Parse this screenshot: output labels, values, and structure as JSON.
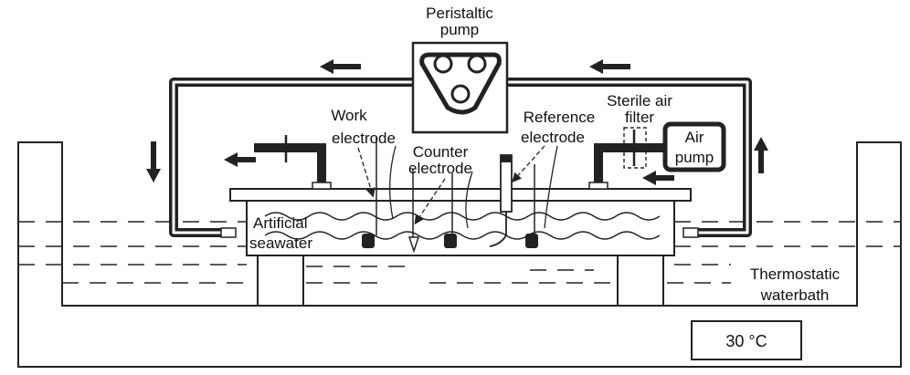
{
  "labels": {
    "pump_line1": "Peristaltic",
    "pump_line2": "pump",
    "work_line1": "Work",
    "work_line2": "electrode",
    "counter_line1": "Counter",
    "counter_line2": "electrode",
    "reference_line1": "Reference",
    "reference_line2": "electrode",
    "filter_line1": "Sterile air",
    "filter_line2": "filter",
    "airpump_line1": "Air",
    "airpump_line2": "pump",
    "seawater_line1": "Artificial",
    "seawater_line2": "seawater",
    "bath_line1": "Thermostatic",
    "bath_line2": "waterbath",
    "temperature": "30 °C"
  }
}
